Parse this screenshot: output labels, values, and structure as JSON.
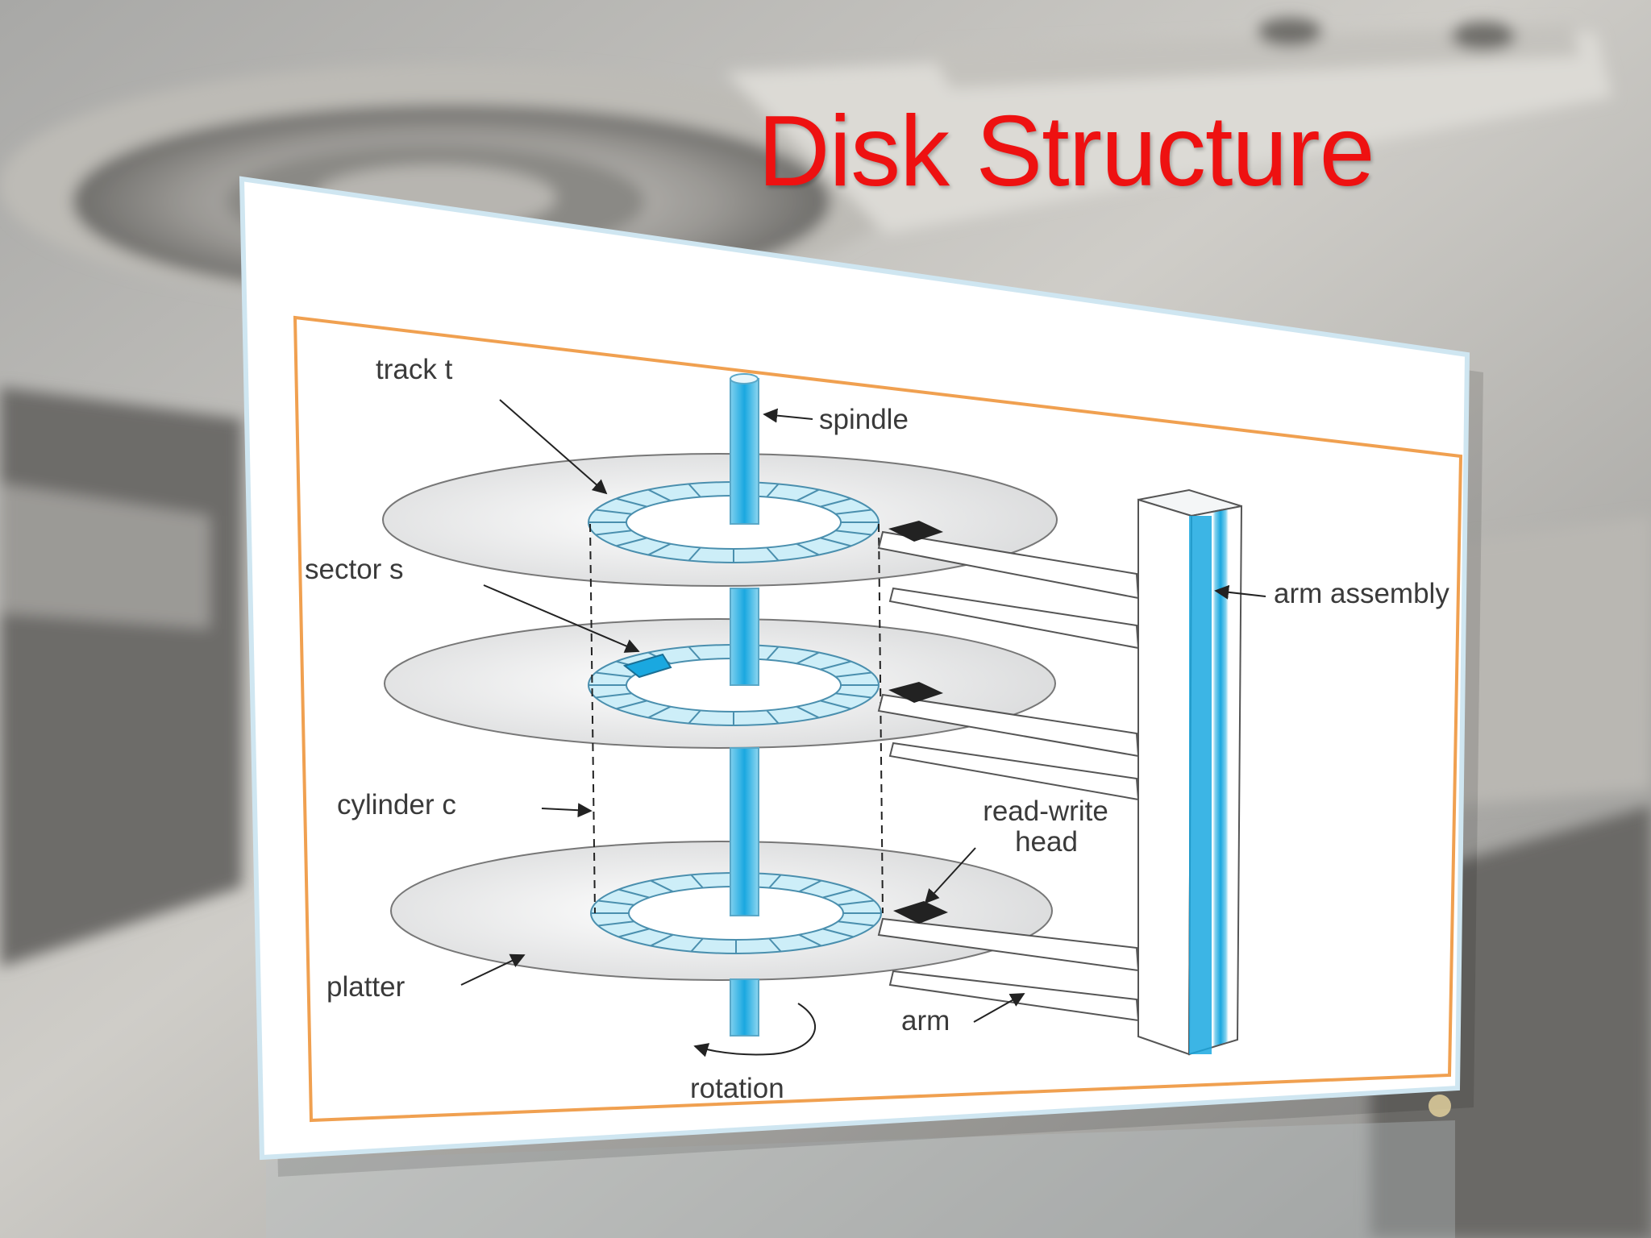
{
  "slide": {
    "title": "Disk Structure",
    "title_color": "#ee1111"
  },
  "diagram": {
    "labels": {
      "track": "track t",
      "spindle": "spindle",
      "sector": "sector s",
      "arm_assembly": "arm assembly",
      "cylinder": "cylinder c",
      "read_write_head_1": "read-write",
      "read_write_head_2": "head",
      "platter": "platter",
      "arm": "arm",
      "rotation": "rotation"
    },
    "accent_color": "#2ab0e0",
    "frame_color": "#f0a050"
  }
}
